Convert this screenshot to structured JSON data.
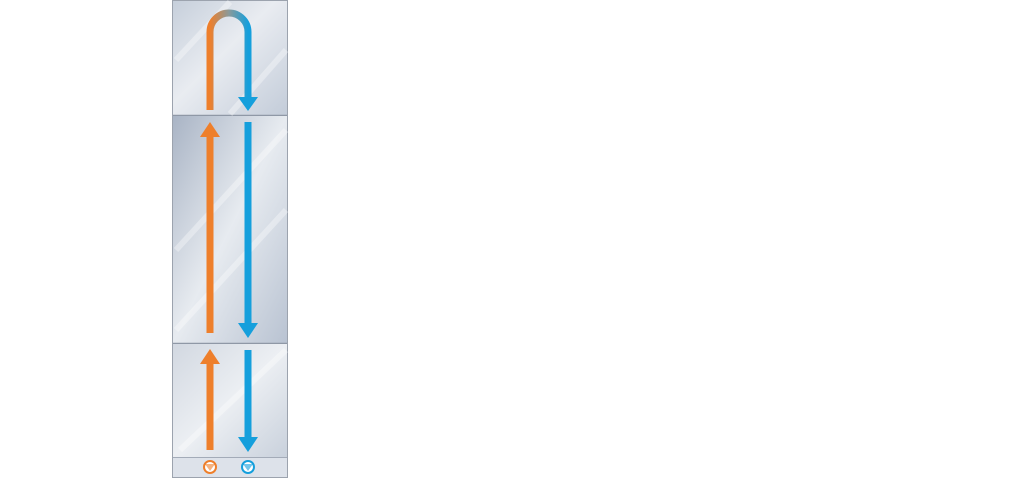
{
  "colors": {
    "supply": "#ee7f2b",
    "return": "#159fdc",
    "frame": "#9ca3ae",
    "panel_light": "#e4e8ee",
    "panel_dark": "#b2bccb",
    "connector_bg": "#dde2ea"
  },
  "icons": {
    "up_arrow": "arrow-up-icon",
    "down_arrow": "arrow-down-icon",
    "u_bend": "u-bend-icon",
    "port_left": "valve-icon",
    "port_right": "valve-icon"
  },
  "sections": [
    {
      "name": "top-section"
    },
    {
      "name": "middle-section"
    },
    {
      "name": "bottom-section"
    },
    {
      "name": "connector-strip"
    }
  ]
}
